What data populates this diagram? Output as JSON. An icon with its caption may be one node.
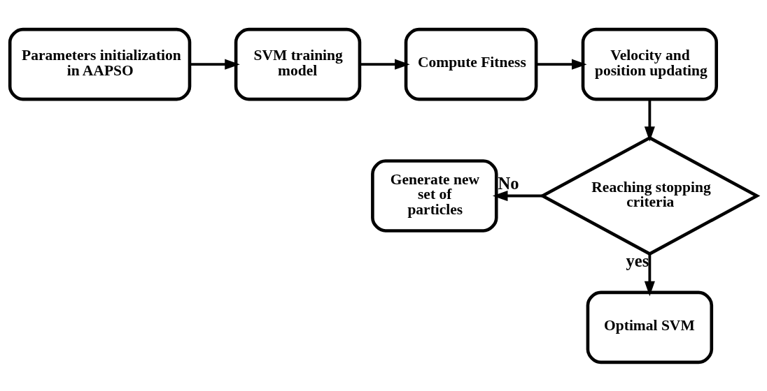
{
  "diagram": {
    "nodes": [
      {
        "text": [
          "Parameters initialization in AAPSO"
        ]
      },
      {
        "text": [
          "SVM training model"
        ]
      },
      {
        "text": [
          "Compute Fitness"
        ]
      },
      {
        "text": [
          "Velocity and position updating"
        ]
      },
      {
        "text": [
          "Reaching stopping criteria"
        ]
      },
      {
        "text": [
          "Generate new set of particles"
        ]
      },
      {
        "text": [
          "Optimal SVM"
        ]
      }
    ],
    "edges": [
      {
        "from": 0,
        "to": 1,
        "arrow": "to"
      },
      {
        "from": 1,
        "to": 2,
        "arrow": "to"
      },
      {
        "from": 2,
        "to": 3,
        "arrow": "to"
      },
      {
        "from": 3,
        "to": 4,
        "arrow": "to"
      },
      {
        "from": 4,
        "to": 5,
        "arrow": "to",
        "label": "No"
      },
      {
        "from": 4,
        "to": 6,
        "arrow": "to",
        "label": "yes"
      }
    ]
  }
}
